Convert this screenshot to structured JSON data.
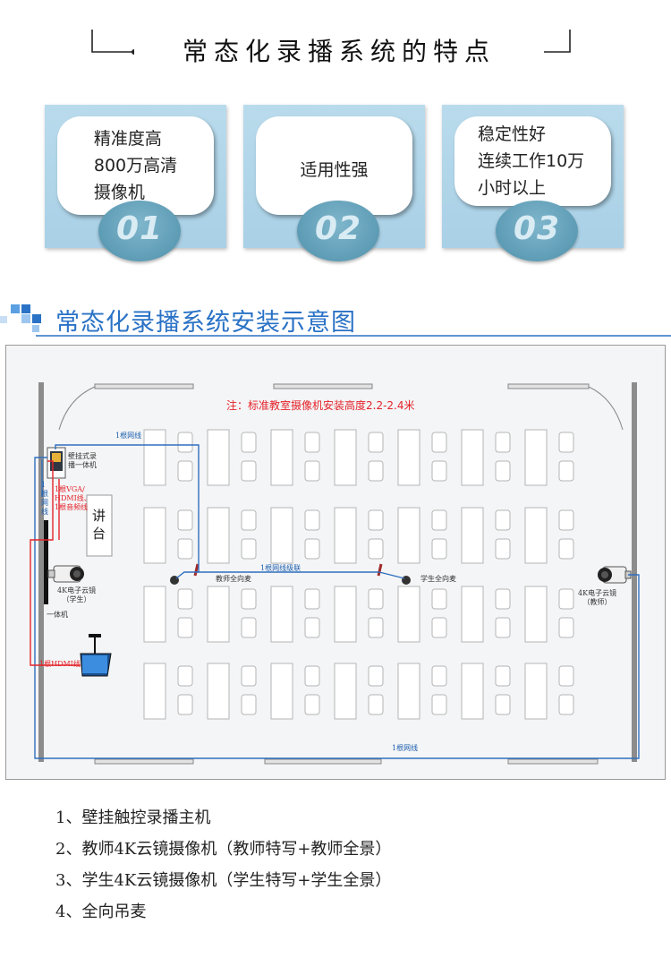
{
  "section1": {
    "title": "常态化录播系统的特点",
    "cards": [
      {
        "text": "精准度高\n800万高清\n摄像机",
        "number": "01"
      },
      {
        "text": "适用性强",
        "number": "02"
      },
      {
        "text": "稳定性好\n连续工作10万\n小时以上",
        "number": "03"
      }
    ]
  },
  "section2": {
    "title": "常态化录播系统安装示意图"
  },
  "diagram": {
    "note": "注：标准教室摄像机安装高度2.2-2.4米",
    "wall_recorder": "壁挂式录\n播一体机",
    "cable_vga": "1根VGA/\nHDMI线、\n1根音频线",
    "cable_net_vertical": "1\n根\n网\n线",
    "podium": "讲\n台",
    "cam_student": "4K电子云镜\n（学生）",
    "all_in_one": "一体机",
    "cable_hdmi": "1根HDMI线",
    "cable_net_top": "1根网线",
    "cable_net_cascade": "1根网线级联",
    "mic_teacher": "教师全向麦",
    "mic_student": "学生全向麦",
    "cam_teacher": "4K电子云镜\n（教师）",
    "cable_net_bottom": "1根网线"
  },
  "legend": [
    "1、壁挂触控录播主机",
    "2、教师4K云镜摄像机（教师特写+教师全景）",
    "3、学生4K云镜摄像机（学生特写+学生全景）",
    "4、全向吊麦"
  ],
  "colors": {
    "card_bg": "#b2d6ea",
    "number_badge": "#5e9cb5",
    "title_blue": "#2a72c6",
    "note_red": "#e4232a",
    "net_cable": "#2f6fbf",
    "av_cable": "#e4232a"
  }
}
